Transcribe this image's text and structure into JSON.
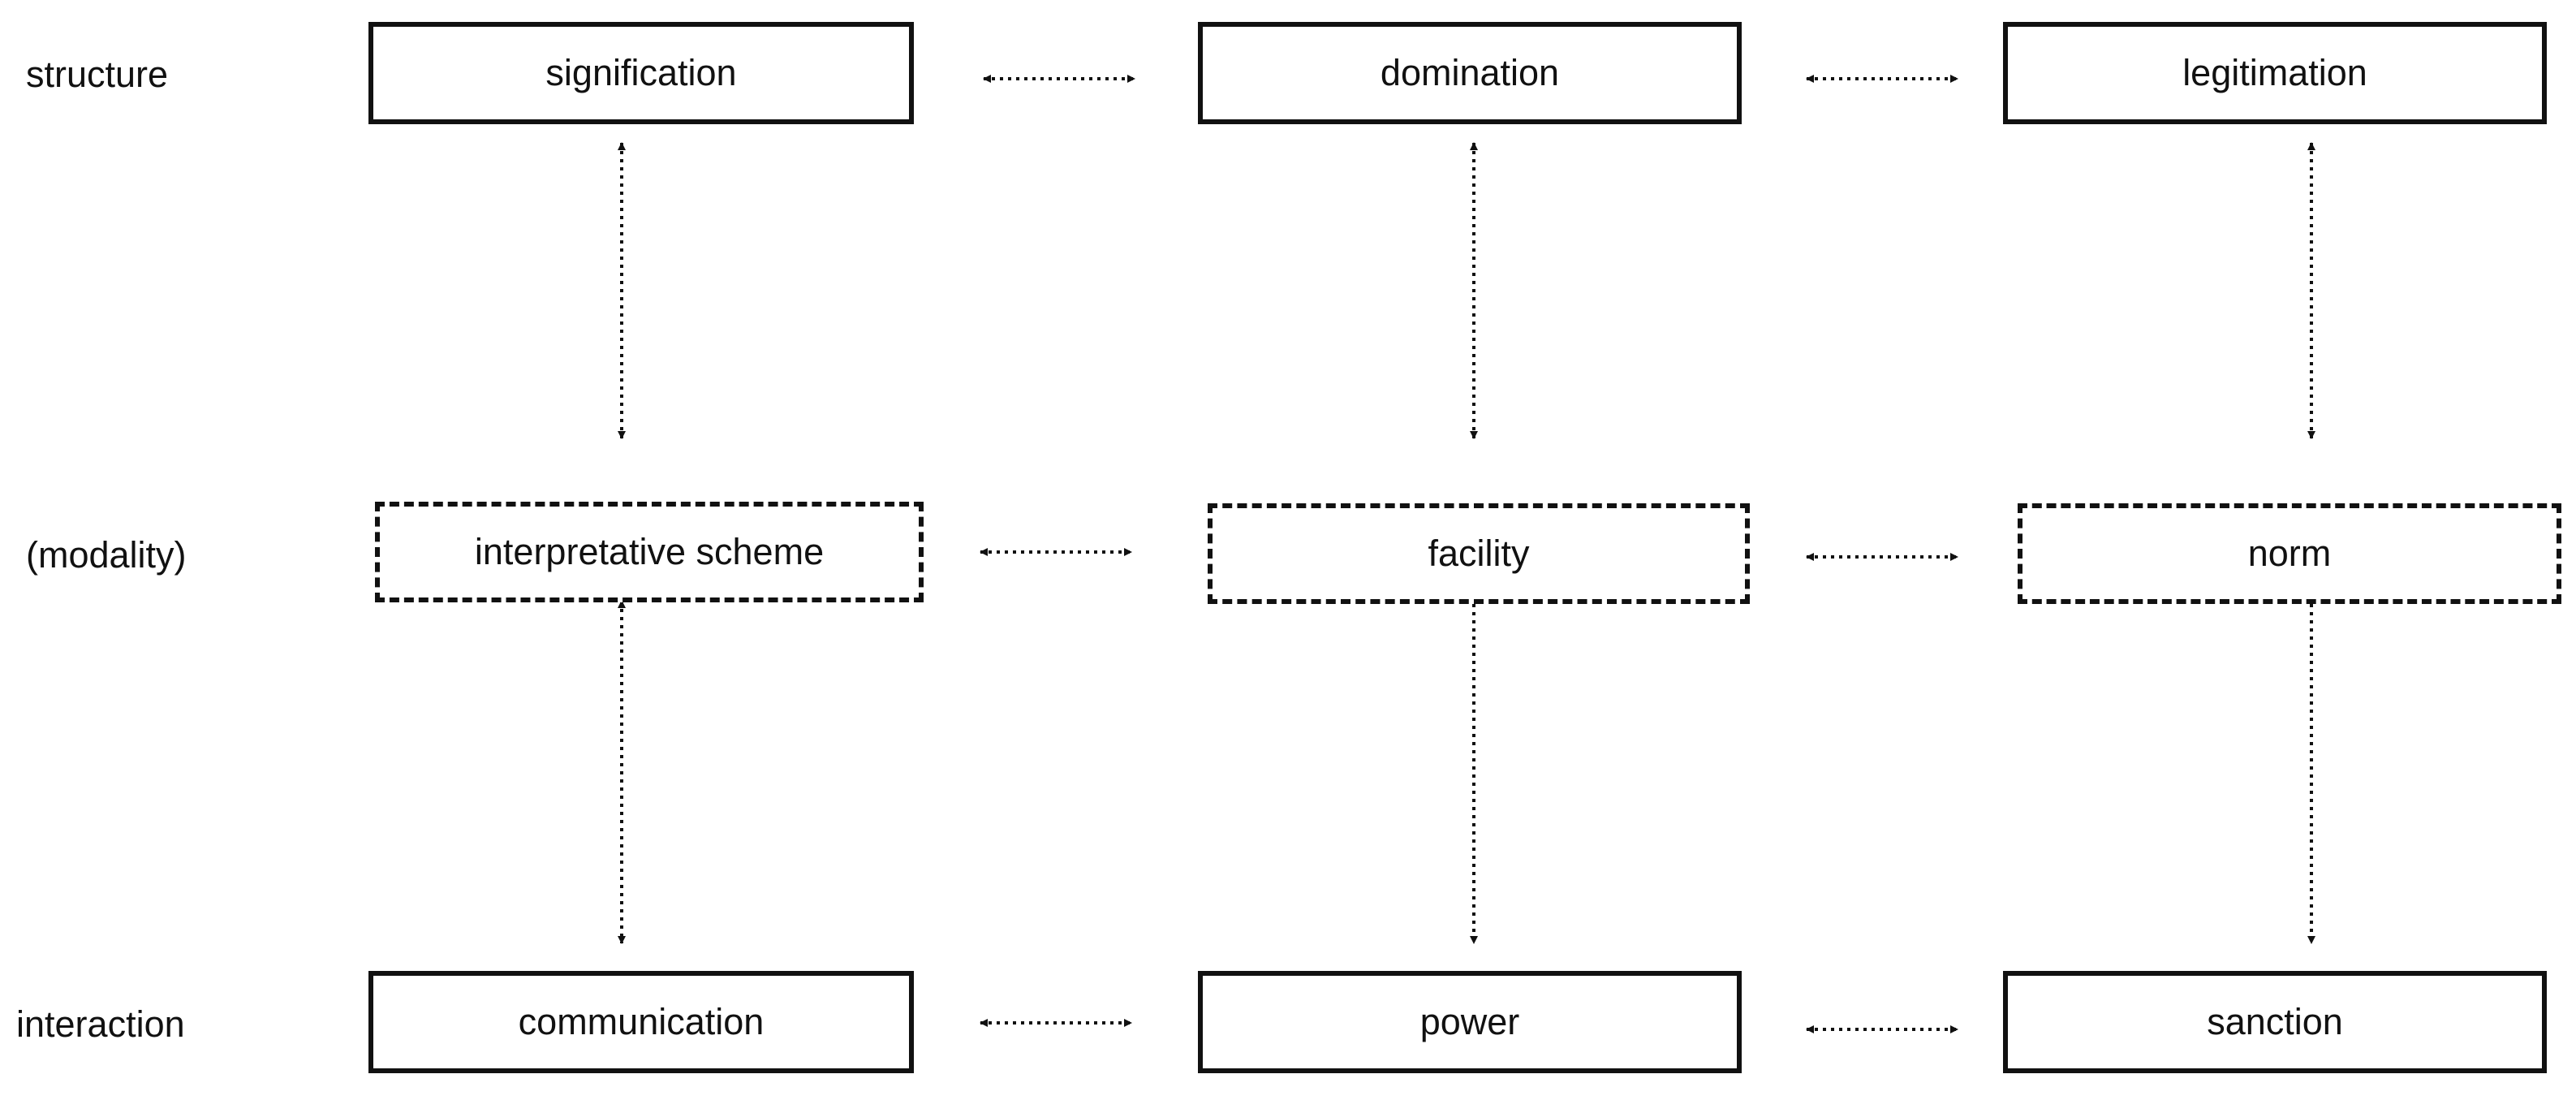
{
  "row_labels": {
    "structure": "structure",
    "modality": "(modality)",
    "interaction": "interaction"
  },
  "structure_row": {
    "signification": "signification",
    "domination": "domination",
    "legitimation": "legitimation"
  },
  "modality_row": {
    "interpretative_scheme": "interpretative scheme",
    "facility": "facility",
    "norm": "norm"
  },
  "interaction_row": {
    "communication": "communication",
    "power": "power",
    "sanction": "sanction"
  },
  "style": {
    "line_color": "#111111",
    "background": "#ffffff"
  },
  "connectors": {
    "line_style": "dotted",
    "arrowheads": "both-ends",
    "links": [
      [
        "signification",
        "domination"
      ],
      [
        "domination",
        "legitimation"
      ],
      [
        "interpretative scheme",
        "facility"
      ],
      [
        "facility",
        "norm"
      ],
      [
        "communication",
        "power"
      ],
      [
        "power",
        "sanction"
      ],
      [
        "signification",
        "interpretative scheme"
      ],
      [
        "interpretative scheme",
        "communication"
      ],
      [
        "domination",
        "facility"
      ],
      [
        "facility",
        "power"
      ],
      [
        "legitimation",
        "norm"
      ],
      [
        "norm",
        "sanction"
      ]
    ]
  }
}
